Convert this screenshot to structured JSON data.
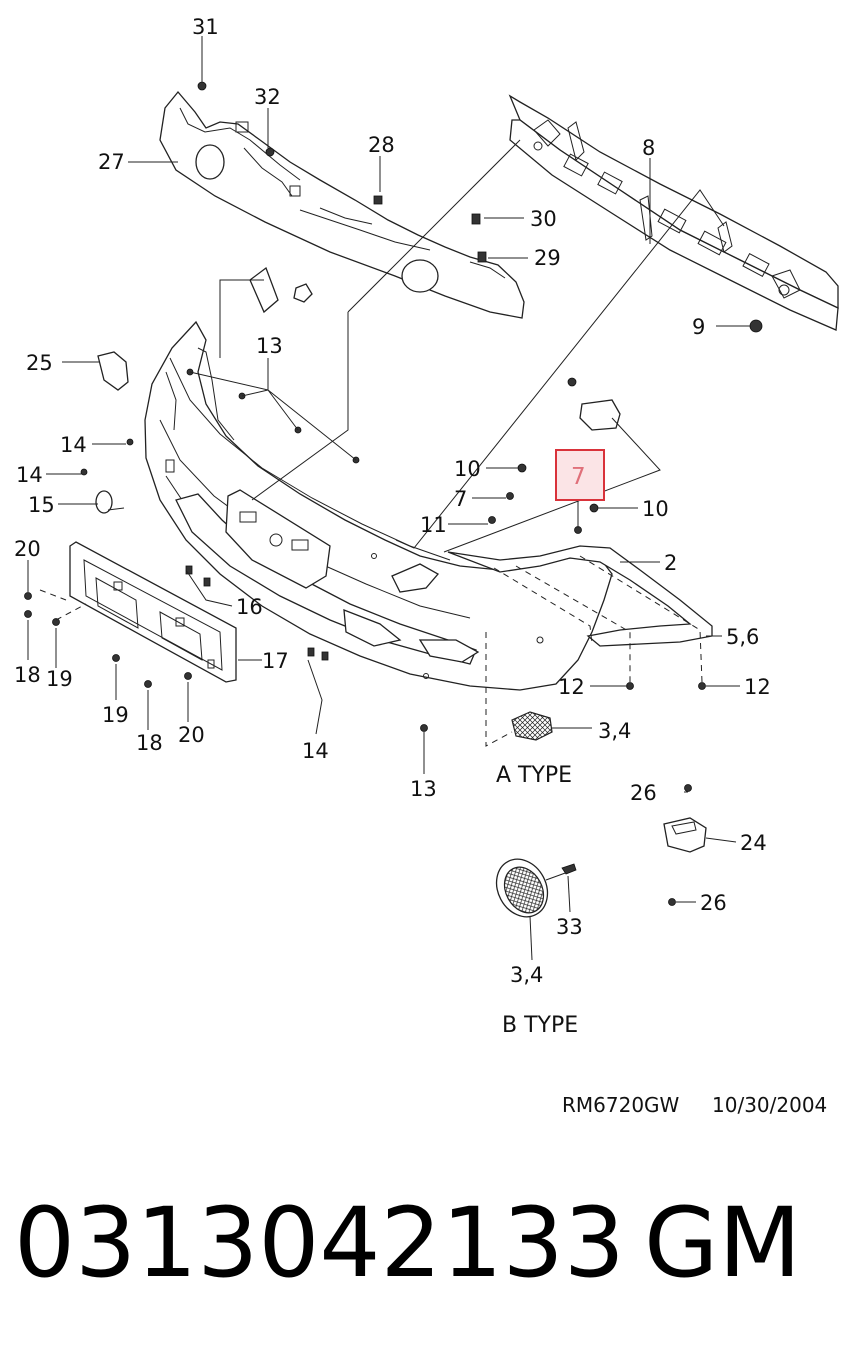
{
  "callouts": [
    {
      "id": "c31",
      "text": "31"
    },
    {
      "id": "c32",
      "text": "32"
    },
    {
      "id": "c28",
      "text": "28"
    },
    {
      "id": "c27",
      "text": "27"
    },
    {
      "id": "c30",
      "text": "30"
    },
    {
      "id": "c29",
      "text": "29"
    },
    {
      "id": "c8",
      "text": "8"
    },
    {
      "id": "c9",
      "text": "9"
    },
    {
      "id": "c25",
      "text": "25"
    },
    {
      "id": "c13a",
      "text": "13"
    },
    {
      "id": "c14a",
      "text": "14"
    },
    {
      "id": "c14b",
      "text": "14"
    },
    {
      "id": "c15",
      "text": "15"
    },
    {
      "id": "c10a",
      "text": "10"
    },
    {
      "id": "c7",
      "text": "7"
    },
    {
      "id": "c11",
      "text": "11"
    },
    {
      "id": "c10b",
      "text": "10"
    },
    {
      "id": "c2",
      "text": "2"
    },
    {
      "id": "c56",
      "text": "5,6"
    },
    {
      "id": "c12a",
      "text": "12"
    },
    {
      "id": "c12b",
      "text": "12"
    },
    {
      "id": "c20a",
      "text": "20"
    },
    {
      "id": "c16",
      "text": "16"
    },
    {
      "id": "c17",
      "text": "17"
    },
    {
      "id": "c18a",
      "text": "18"
    },
    {
      "id": "c19a",
      "text": "19"
    },
    {
      "id": "c19b",
      "text": "19"
    },
    {
      "id": "c18b",
      "text": "18"
    },
    {
      "id": "c20b",
      "text": "20"
    },
    {
      "id": "c14c",
      "text": "14"
    },
    {
      "id": "c13b",
      "text": "13"
    },
    {
      "id": "c34a",
      "text": "3,4"
    },
    {
      "id": "c26a",
      "text": "26"
    },
    {
      "id": "c24",
      "text": "24"
    },
    {
      "id": "c26b",
      "text": "26"
    },
    {
      "id": "c33",
      "text": "33"
    },
    {
      "id": "c34b",
      "text": "3,4"
    }
  ],
  "highlighted_callout": {
    "text": "7",
    "box_color": "#d9323a",
    "fill_color": "#fbe4e6",
    "text_color": "#e0707a"
  },
  "variant_labels": {
    "a_type": "A TYPE",
    "b_type": "B TYPE"
  },
  "drawing_reference": {
    "code": "RM6720GW",
    "date": "10/30/2004"
  },
  "footer": {
    "part_number": "0313042133",
    "brand": "GM"
  },
  "icons": [
    "front-bumper-fascia",
    "bumper-beam",
    "upper-energy-absorber",
    "license-plate-bracket",
    "fog-lamp-grille-a-type",
    "fog-lamp-grille-b-type",
    "bumper-bracket",
    "fastener"
  ]
}
